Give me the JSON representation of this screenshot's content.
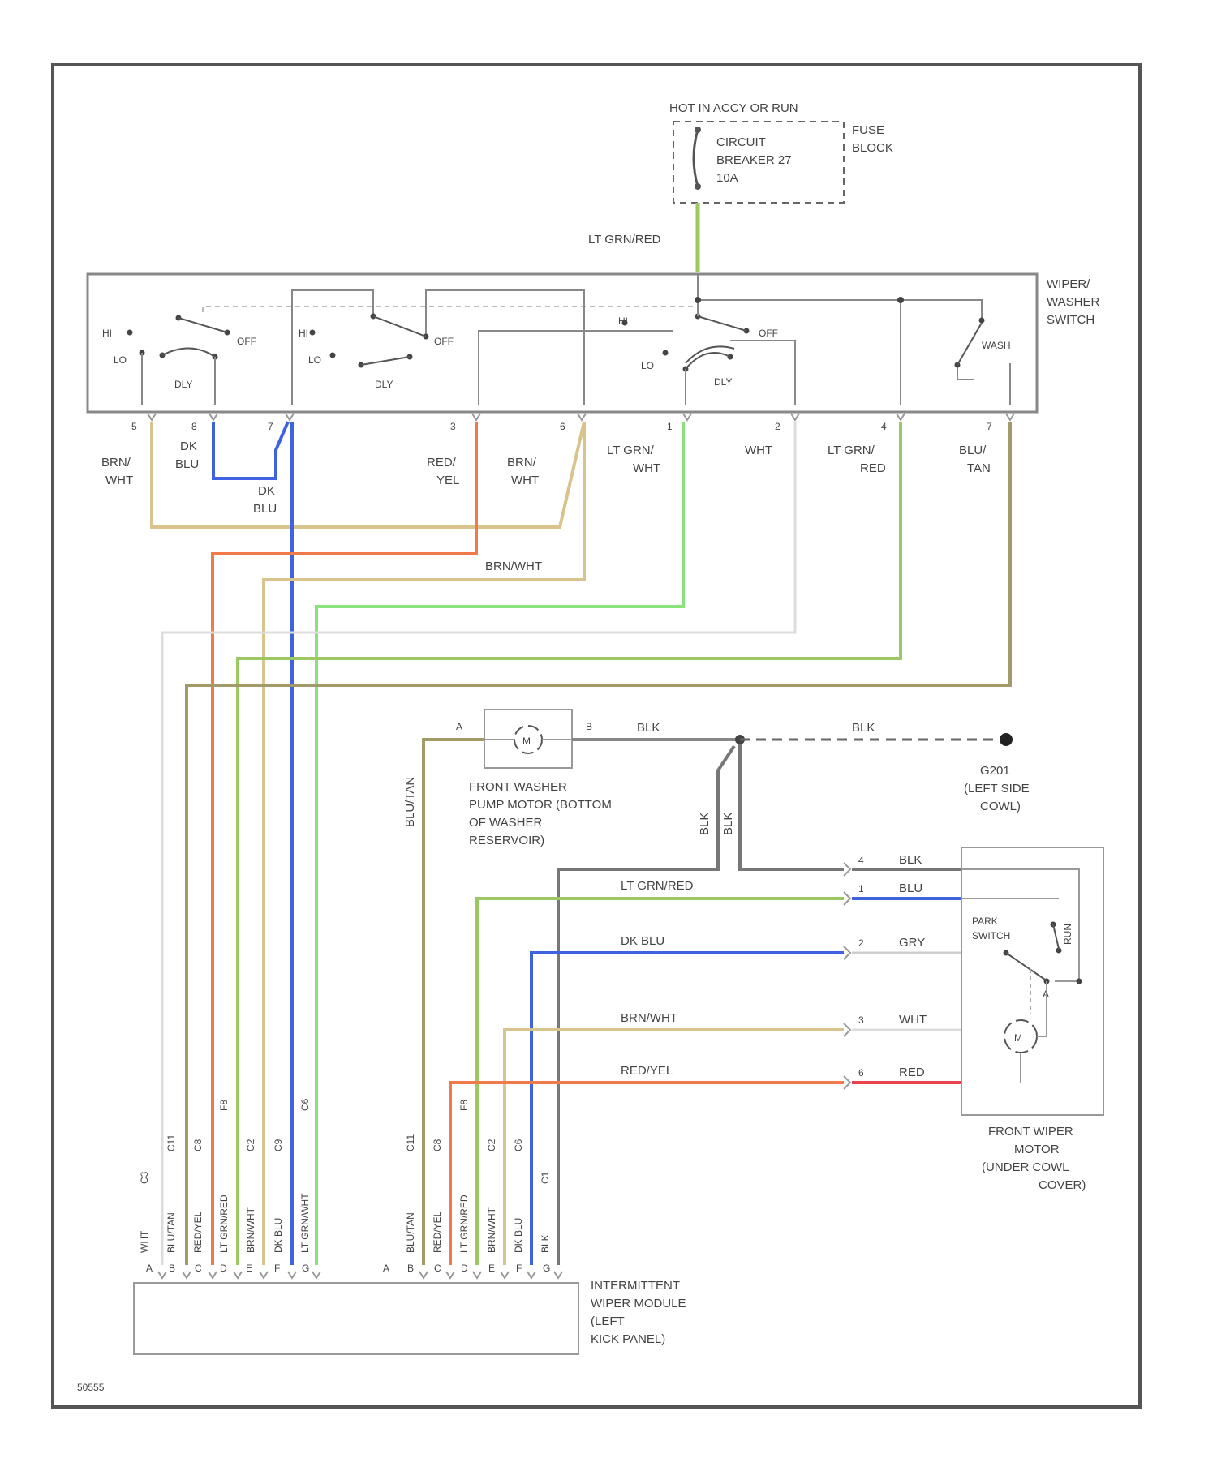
{
  "colors": {
    "frame": "#555555",
    "brn_wht": "#d8c48c",
    "dk_blu": "#3f63e0",
    "red_yel": "#f07a4a",
    "lt_grn": "#8ae27a",
    "wht": "#d9d9d9",
    "lt_grn_red": "#9cc864",
    "blu_tan": "#a39a6a",
    "blk": "#777777",
    "red": "#e8424a",
    "grey_wire": "#cfcfcf"
  },
  "fuse_block": {
    "hot_label": "HOT IN ACCY OR RUN",
    "breaker_label": [
      "CIRCUIT",
      "BREAKER 27",
      "10A"
    ],
    "block_label": [
      "FUSE",
      "BLOCK"
    ]
  },
  "switch": {
    "name": [
      "WIPER/",
      "WASHER",
      "SWITCH"
    ],
    "sw1": [
      "HI",
      "LO",
      "OFF",
      "DLY"
    ],
    "sw2": [
      "HI",
      "LO",
      "OFF",
      "DLY"
    ],
    "sw3": [
      "HI",
      "LO",
      "OFF",
      "DLY"
    ],
    "wash": "WASH",
    "pins": [
      "5",
      "8",
      "7",
      "3",
      "6",
      "1",
      "2",
      "4",
      "7"
    ]
  },
  "wire_labels": {
    "feed": "LT GRN/RED",
    "brn1": [
      "BRN/",
      "WHT"
    ],
    "dkblu1": [
      "DK",
      "BLU"
    ],
    "dkblu2": [
      "DK",
      "BLU"
    ],
    "redyel": [
      "RED/",
      "YEL"
    ],
    "brn2": [
      "BRN/",
      "WHT"
    ],
    "ltgrn": [
      "LT GRN/",
      "WHT"
    ],
    "wht": "WHT",
    "ltgrnred": [
      "LT GRN/",
      "RED"
    ],
    "blutan": [
      "BLU/",
      "TAN"
    ],
    "brnwht_run": "BRN/WHT",
    "blu_tan_v": "BLU/TAN",
    "blk_a": "BLK",
    "blk_b": "BLK",
    "blk_v1": "BLK",
    "blk_v2": "BLK",
    "m_ltgrnred": "LT GRN/RED",
    "m_dkblu": "DK BLU",
    "m_brnwht": "BRN/WHT",
    "m_redyel": "RED/YEL"
  },
  "pump": {
    "pin_a": "A",
    "pin_b": "B",
    "symbol": "M",
    "label": [
      "FRONT WASHER",
      "PUMP MOTOR (BOTTOM",
      "OF WASHER",
      "RESERVOIR)"
    ]
  },
  "ground": {
    "label": [
      "G201",
      "(LEFT SIDE",
      "COWL)"
    ]
  },
  "wiper_motor": {
    "pins": [
      "4",
      "1",
      "2",
      "3",
      "6"
    ],
    "wire_labels": [
      "BLK",
      "BLU",
      "GRY",
      "WHT",
      "RED"
    ],
    "park_switch": [
      "PARK",
      "SWITCH"
    ],
    "run": "RUN",
    "symbol": "M",
    "label": [
      "FRONT WIPER",
      "MOTOR",
      "(UNDER COWL",
      "COVER)"
    ]
  },
  "module": {
    "left_pins": [
      "C3",
      "C11",
      "C8",
      "F8",
      "C2",
      "C9",
      "C6"
    ],
    "left_wires": [
      "WHT",
      "BLU/TAN",
      "RED/YEL",
      "LT GRN/RED",
      "BRN/WHT",
      "DK BLU",
      "LT GRN/WHT"
    ],
    "left_letters": [
      "A",
      "B",
      "C",
      "D",
      "E",
      "F",
      "G"
    ],
    "right_pins": [
      "C11",
      "C8",
      "F8",
      "C2",
      "C6",
      "C1"
    ],
    "right_wires": [
      "BLU/TAN",
      "RED/YEL",
      "LT GRN/RED",
      "BRN/WHT",
      "DK BLU",
      "BLK"
    ],
    "right_letters": [
      "A",
      "B",
      "C",
      "D",
      "E",
      "F",
      "G"
    ],
    "label": [
      "INTERMITTENT",
      "WIPER MODULE",
      "(LEFT",
      "KICK PANEL)"
    ]
  },
  "figure_id": "50555"
}
